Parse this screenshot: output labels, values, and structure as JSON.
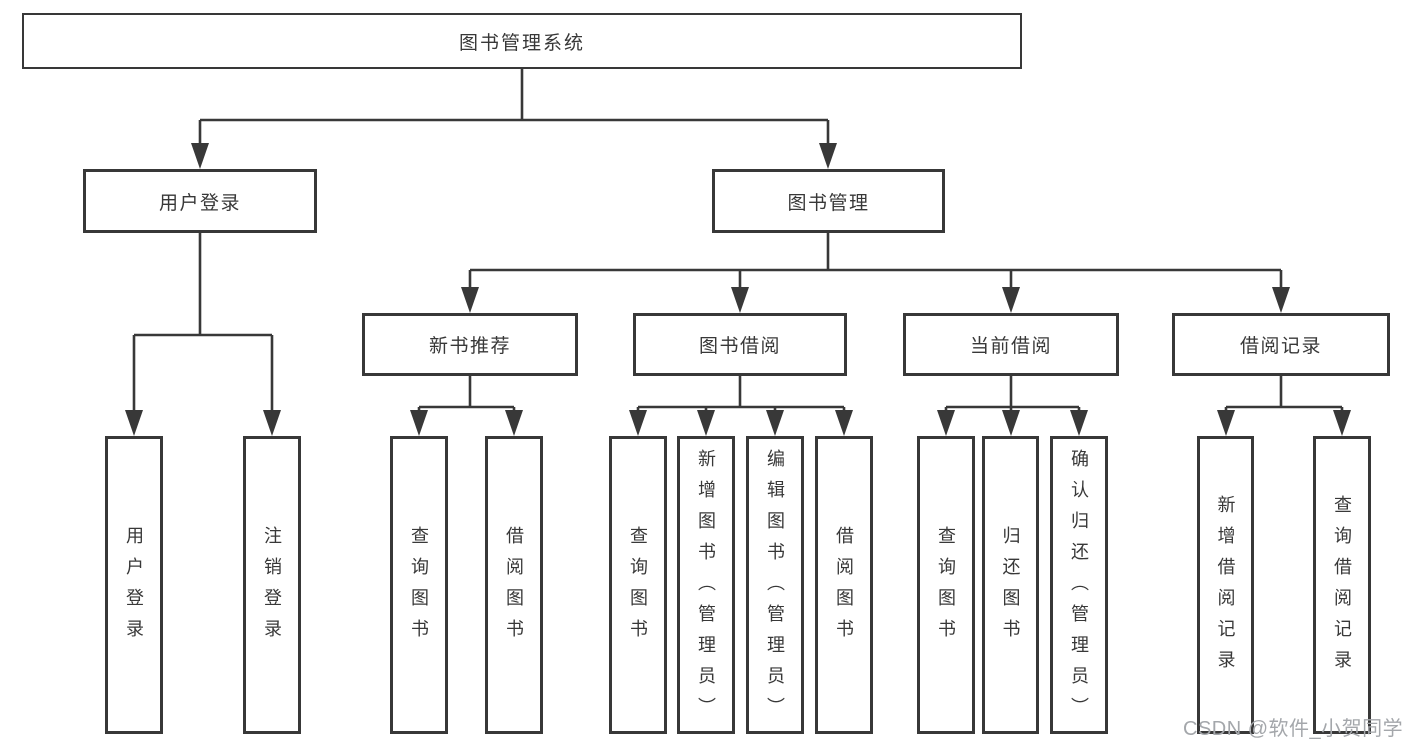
{
  "diagram": {
    "root": {
      "label": "图书管理系统"
    },
    "level2": [
      {
        "label": "用户登录"
      },
      {
        "label": "图书管理"
      }
    ],
    "level3": [
      {
        "label": "新书推荐"
      },
      {
        "label": "图书借阅"
      },
      {
        "label": "当前借阅"
      },
      {
        "label": "借阅记录"
      }
    ],
    "leaves": [
      {
        "label": "用户登录"
      },
      {
        "label": "注销登录"
      },
      {
        "label": "查询图书"
      },
      {
        "label": "借阅图书"
      },
      {
        "label": "查询图书"
      },
      {
        "label": "新增图书（管理员）"
      },
      {
        "label": "编辑图书（管理员）"
      },
      {
        "label": "借阅图书"
      },
      {
        "label": "查询图书"
      },
      {
        "label": "归还图书"
      },
      {
        "label": "确认归还（管理员）"
      },
      {
        "label": "新增借阅记录"
      },
      {
        "label": "查询借阅记录"
      }
    ]
  },
  "watermark": {
    "text": "CSDN @软件_小贺同学"
  },
  "colors": {
    "line": "#383838",
    "text": "#383838",
    "watermark": "#a4a7ab",
    "background": "#ffffff"
  }
}
